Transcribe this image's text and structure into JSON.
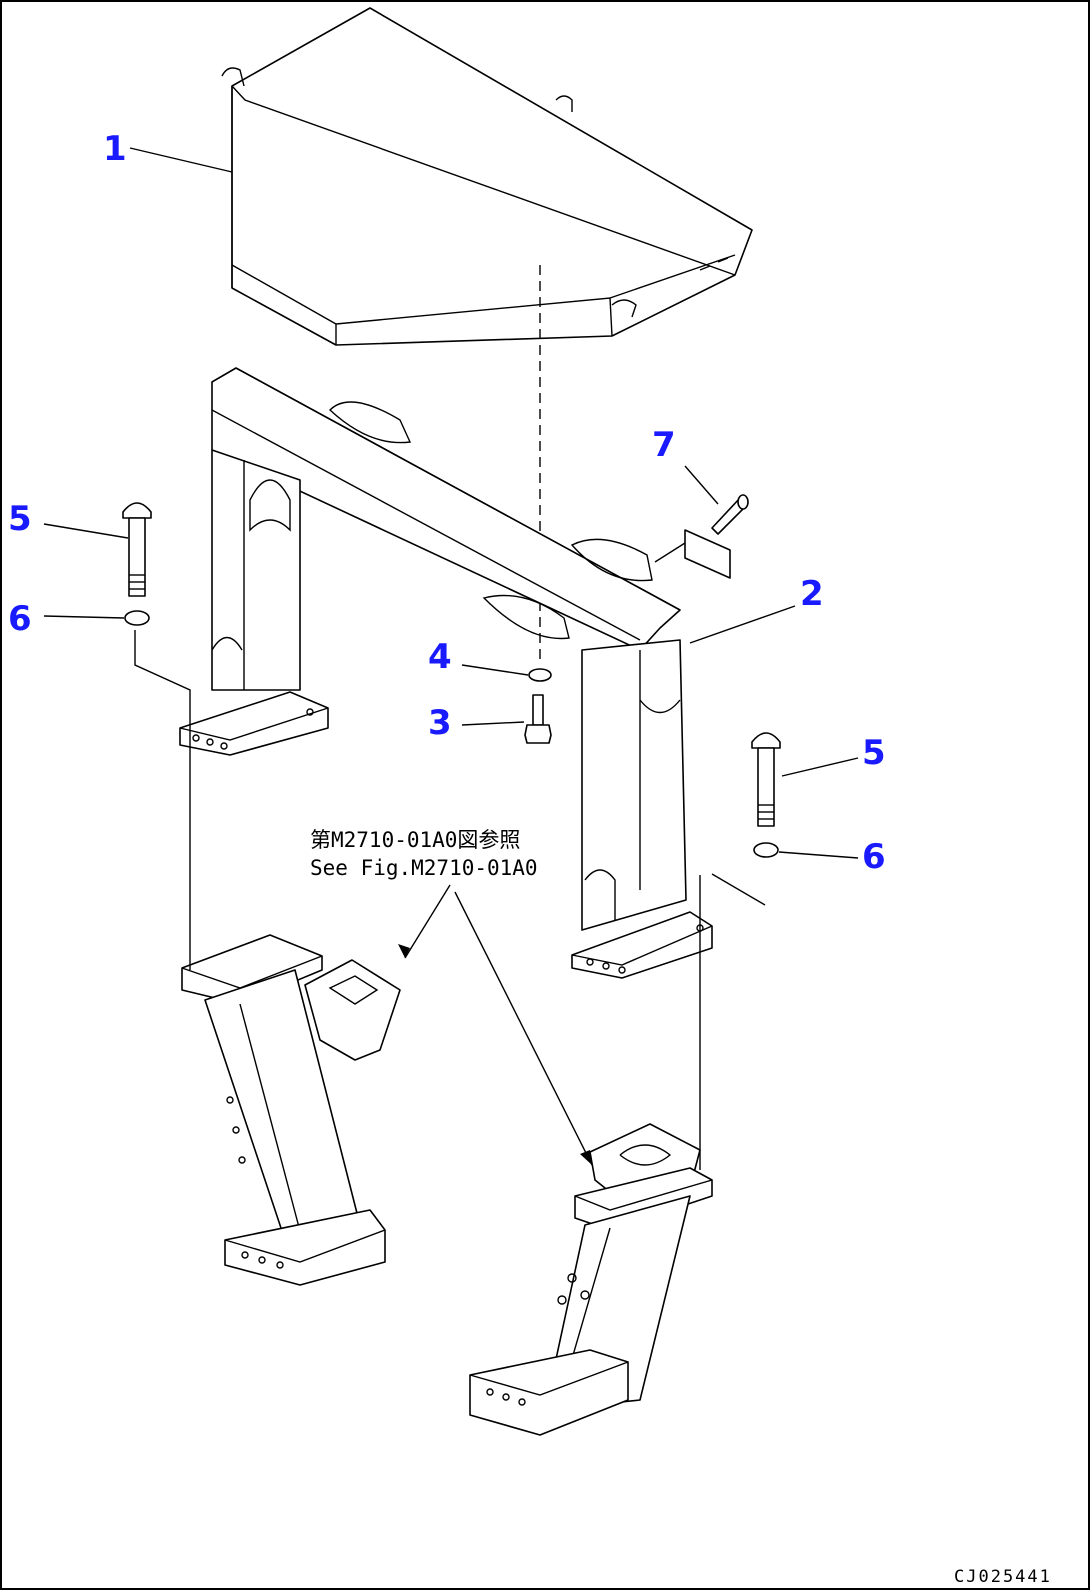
{
  "colors": {
    "callout": "#1a1aff",
    "line": "#000000",
    "background": "#ffffff"
  },
  "callouts": [
    {
      "id": "c1",
      "label": "1"
    },
    {
      "id": "c2",
      "label": "2"
    },
    {
      "id": "c3",
      "label": "3"
    },
    {
      "id": "c4",
      "label": "4"
    },
    {
      "id": "c5a",
      "label": "5"
    },
    {
      "id": "c5b",
      "label": "5"
    },
    {
      "id": "c6a",
      "label": "6"
    },
    {
      "id": "c6b",
      "label": "6"
    },
    {
      "id": "c7",
      "label": "7"
    }
  ],
  "reference_note": {
    "line1": "第M2710-01A0図参照",
    "line2": "See Fig.M2710-01A0"
  },
  "figure_number": "CJ025441"
}
